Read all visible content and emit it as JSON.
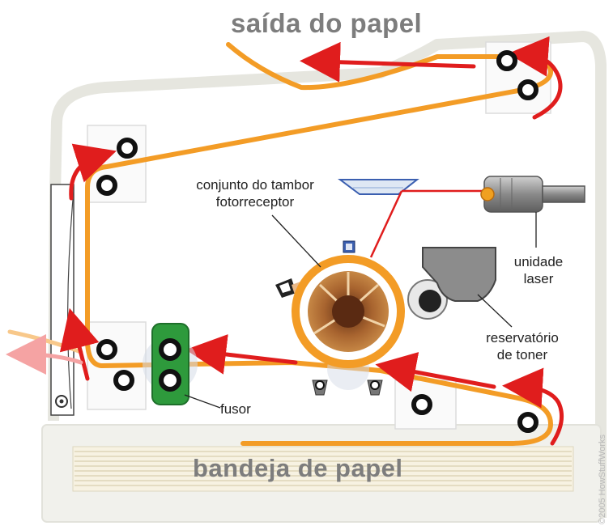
{
  "title": "saída do papel",
  "labels": {
    "drum": "conjunto do tambor\nfotorreceptor",
    "laser": "unidade\nlaser",
    "toner": "reservatório\nde toner",
    "fuser": "fusor",
    "tray": "bandeja de papel"
  },
  "credit": "©2005 HowStuffWorks",
  "colors": {
    "paper_path": "#f39c26",
    "arrow": "#e01d1d",
    "laser_beam": "#e01d1d",
    "frame": "#e6e6df",
    "drum_core": "#8a4a22",
    "fuser": "#2e9a3c",
    "label_text": "#222222",
    "title_text": "#7d7d7d"
  }
}
